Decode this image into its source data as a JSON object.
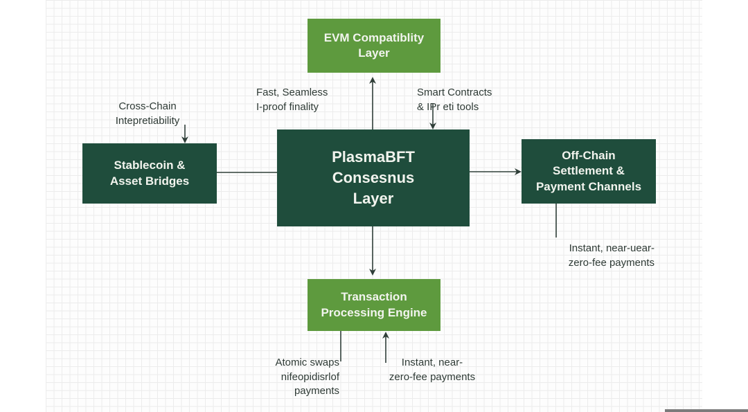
{
  "diagram": {
    "title": "PlasmaBFT architecture",
    "colors": {
      "dark_box": "#1f4d3c",
      "light_box": "#5e9a3e",
      "box_text": "#f2f4ee",
      "note_text": "#2e3a35",
      "arrow": "#2f3e38"
    },
    "nodes": {
      "evm": "EVM Compatiblity\nLayer",
      "consensus": "PlasmaBFT\nConsesnus\nLayer",
      "bridges": "Stablecoin &\nAsset Bridges",
      "offchain": "Off-Chain\nSettlement &\nPayment Channels",
      "engine": "Transaction\nProcessing Engine"
    },
    "annotations": {
      "fast_finality": "Fast, Seamless\nI-proof finality",
      "smart_contracts": "Smart Contracts\n&   IPr eti tools",
      "cross_chain": "Cross-Chain\nIntepretiability",
      "offchain_payments": "Instant, near-uear-\nzero-fee payments",
      "atomic_swaps": "Atomic swaps\nnifeopidisrlof\npayments",
      "engine_payments": "Instant, near-\nzero-fee payments"
    },
    "edges": [
      {
        "from": "consensus",
        "to": "evm",
        "label": "fast_finality"
      },
      {
        "from": "smart_contracts",
        "to": "consensus"
      },
      {
        "from": "cross_chain",
        "to": "bridges"
      },
      {
        "from": "bridges",
        "to": "consensus"
      },
      {
        "from": "consensus",
        "to": "offchain"
      },
      {
        "from": "offchain",
        "to": "offchain_payments"
      },
      {
        "from": "consensus",
        "to": "engine"
      },
      {
        "from": "engine",
        "to": "atomic_swaps"
      },
      {
        "from": "engine_payments",
        "to": "engine"
      }
    ]
  }
}
